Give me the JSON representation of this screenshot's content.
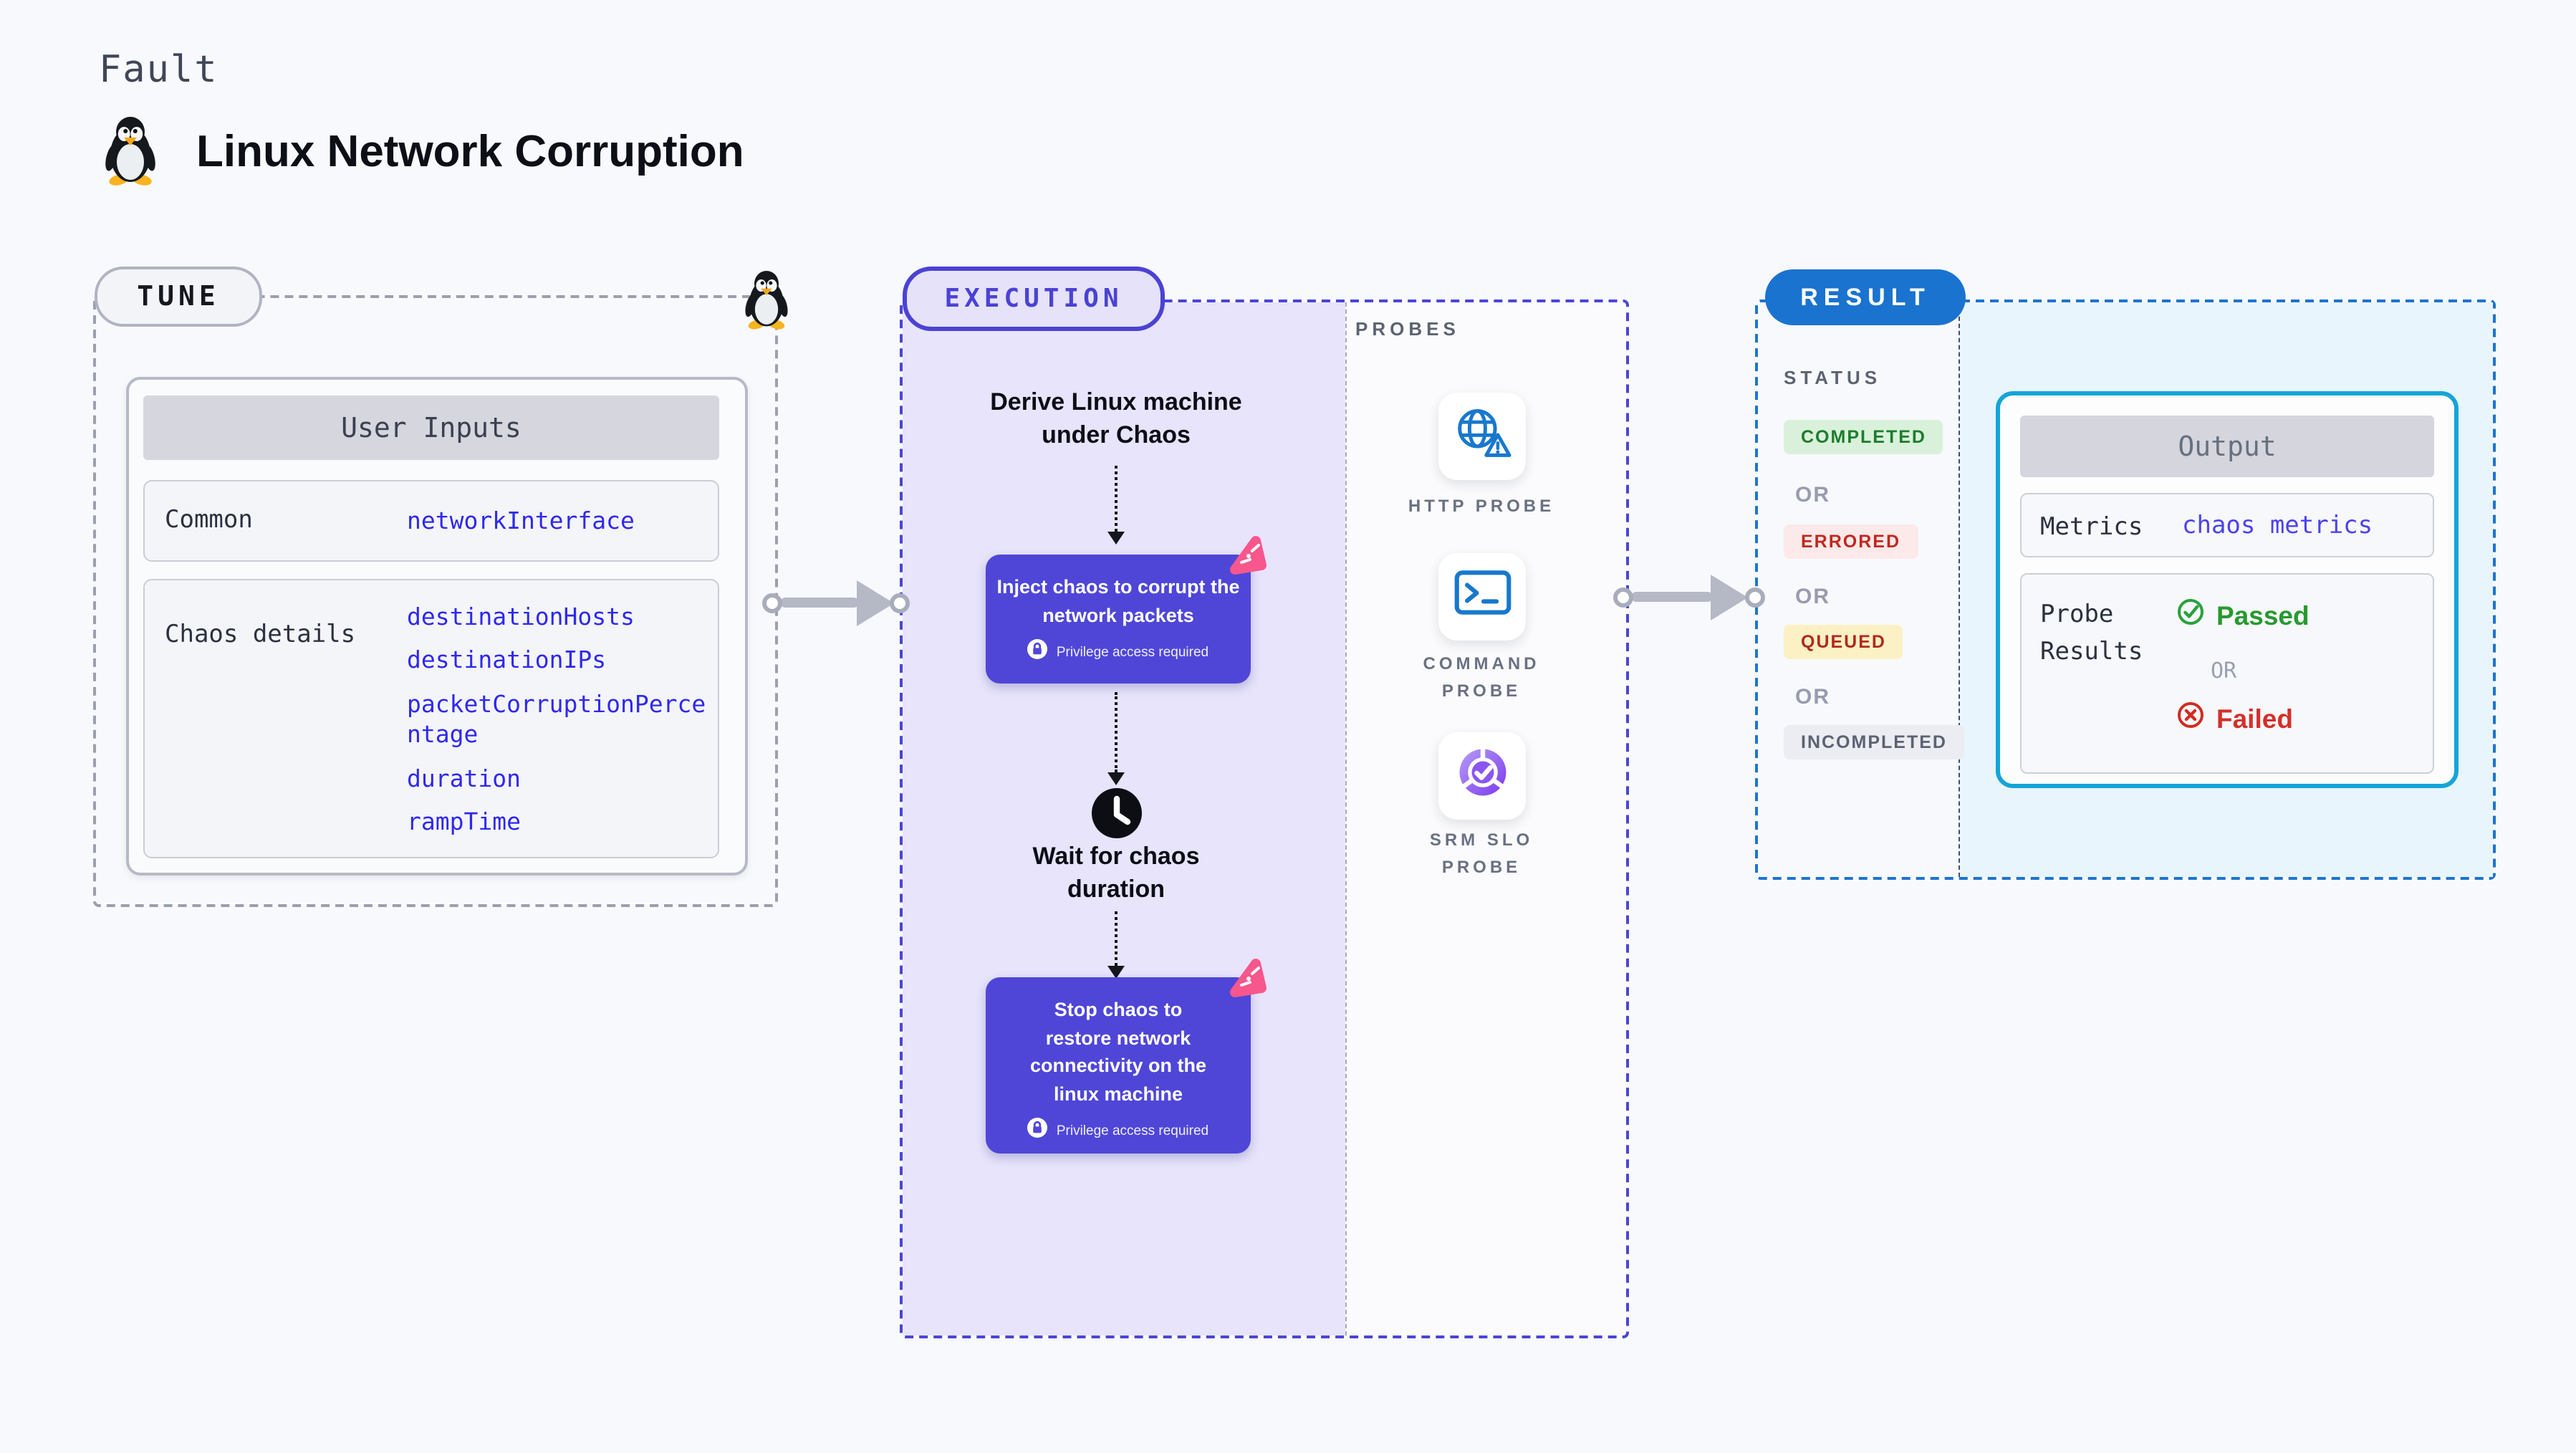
{
  "header": {
    "eyebrow": "Fault",
    "title": "Linux Network Corruption"
  },
  "tune": {
    "badge": "TUNE",
    "card_title": "User Inputs",
    "rows": [
      {
        "label": "Common",
        "values": [
          "networkInterface"
        ]
      },
      {
        "label": "Chaos details",
        "values": [
          "destinationHosts",
          "destinationIPs",
          "packetCorruptionPercentage",
          "duration",
          "rampTime"
        ]
      }
    ]
  },
  "execution": {
    "badge": "EXECUTION",
    "steps": {
      "derive": "Derive Linux machine under Chaos",
      "inject": "Inject chaos to corrupt the network packets",
      "privilege": "Privilege access required",
      "wait": "Wait for chaos duration",
      "stop": "Stop chaos to restore network connectivity on the linux machine"
    }
  },
  "probes": {
    "label": "PROBES",
    "items": [
      {
        "name": "HTTP PROBE",
        "icon": "globe-alert-icon"
      },
      {
        "name": "COMMAND PROBE",
        "icon": "terminal-icon"
      },
      {
        "name": "SRM SLO PROBE",
        "icon": "slo-donut-check-icon"
      }
    ]
  },
  "result": {
    "badge": "RESULT",
    "status_label": "STATUS",
    "or_label": "OR",
    "statuses": [
      {
        "label": "COMPLETED",
        "bg": "#d9f1da",
        "fg": "#1d7c2d"
      },
      {
        "label": "ERRORED",
        "bg": "#fceaea",
        "fg": "#c2271e"
      },
      {
        "label": "QUEUED",
        "bg": "#fcf0c5",
        "fg": "#b02a1c"
      },
      {
        "label": "INCOMPLETED",
        "bg": "#ebedf2",
        "fg": "#5b6273"
      }
    ],
    "output": {
      "title": "Output",
      "metrics_label": "Metrics",
      "metrics_value": "chaos metrics",
      "probe_results_label": "Probe Results",
      "passed": "Passed",
      "or_label": "OR",
      "failed": "Failed"
    }
  },
  "colors": {
    "accent_indigo": "#4f46d8",
    "accent_blue": "#1a73cf",
    "accent_cyan": "#14a5d8",
    "value_blue": "#2f28ef",
    "pink_badge": "#f7578c",
    "probe_blue": "#1878cc",
    "srm_purple": "#8b5cf6",
    "passed_green": "#27992f",
    "failed_red": "#d2302a"
  }
}
